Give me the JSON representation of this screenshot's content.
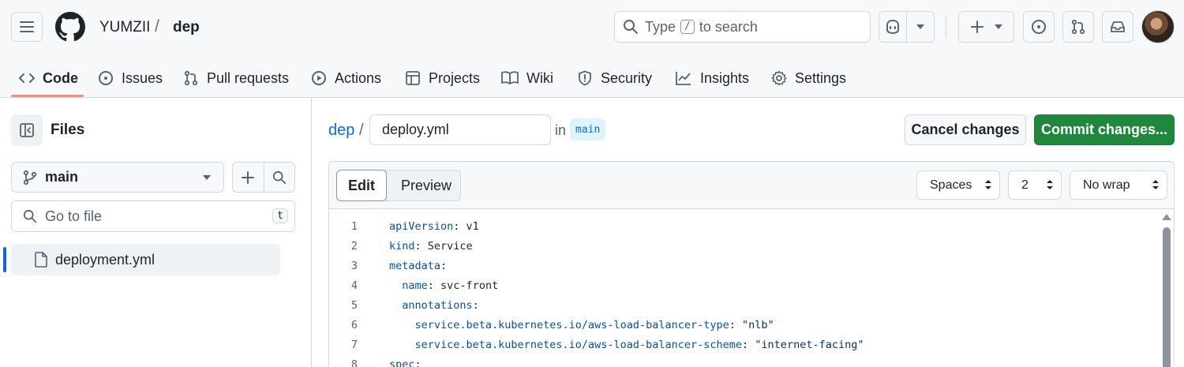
{
  "header": {
    "owner": "YUMZII",
    "separator": "/",
    "repo": "dep",
    "search": {
      "prefix": "Type",
      "key": "/",
      "suffix": "to search"
    }
  },
  "repo_nav": {
    "tabs": [
      {
        "label": "Code",
        "icon": "code-icon",
        "active": true
      },
      {
        "label": "Issues",
        "icon": "issue-opened-icon"
      },
      {
        "label": "Pull requests",
        "icon": "git-pull-request-icon"
      },
      {
        "label": "Actions",
        "icon": "play-icon"
      },
      {
        "label": "Projects",
        "icon": "table-icon"
      },
      {
        "label": "Wiki",
        "icon": "book-icon"
      },
      {
        "label": "Security",
        "icon": "shield-icon"
      },
      {
        "label": "Insights",
        "icon": "graph-icon"
      },
      {
        "label": "Settings",
        "icon": "gear-icon"
      }
    ]
  },
  "sidebar": {
    "title": "Files",
    "branch": "main",
    "goto_placeholder": "Go to file",
    "goto_key": "t",
    "files": [
      {
        "name": "deployment.yml",
        "selected": true
      }
    ]
  },
  "editor": {
    "path_repo": "dep",
    "path_sep": "/",
    "filename": "deploy.yml",
    "in_label": "in",
    "branch": "main",
    "cancel_label": "Cancel changes",
    "commit_label": "Commit changes...",
    "tab_edit": "Edit",
    "tab_preview": "Preview",
    "indent_mode": "Spaces",
    "indent_size": "2",
    "wrap_mode": "No wrap",
    "lines": [
      {
        "n": "1",
        "key": "apiVersion",
        "indent": "",
        "value": " v1"
      },
      {
        "n": "2",
        "key": "kind",
        "indent": "",
        "value": " Service"
      },
      {
        "n": "3",
        "key": "metadata",
        "indent": "",
        "value": ""
      },
      {
        "n": "4",
        "key": "name",
        "indent": "  ",
        "value": " svc-front"
      },
      {
        "n": "5",
        "key": "annotations",
        "indent": "  ",
        "value": ""
      },
      {
        "n": "6",
        "key": "service.beta.kubernetes.io/aws-load-balancer-type",
        "indent": "    ",
        "value": " \"nlb\""
      },
      {
        "n": "7",
        "key": "service.beta.kubernetes.io/aws-load-balancer-scheme",
        "indent": "    ",
        "value": " \"internet-facing\""
      },
      {
        "n": "8",
        "key": "spec",
        "indent": "",
        "value": ""
      }
    ]
  },
  "colors": {
    "accent": "#0969da",
    "commit_green": "#1f883d",
    "tab_underline": "#fd8c73",
    "yaml_key": "#0550ae",
    "yaml_string": "#0a3069"
  }
}
